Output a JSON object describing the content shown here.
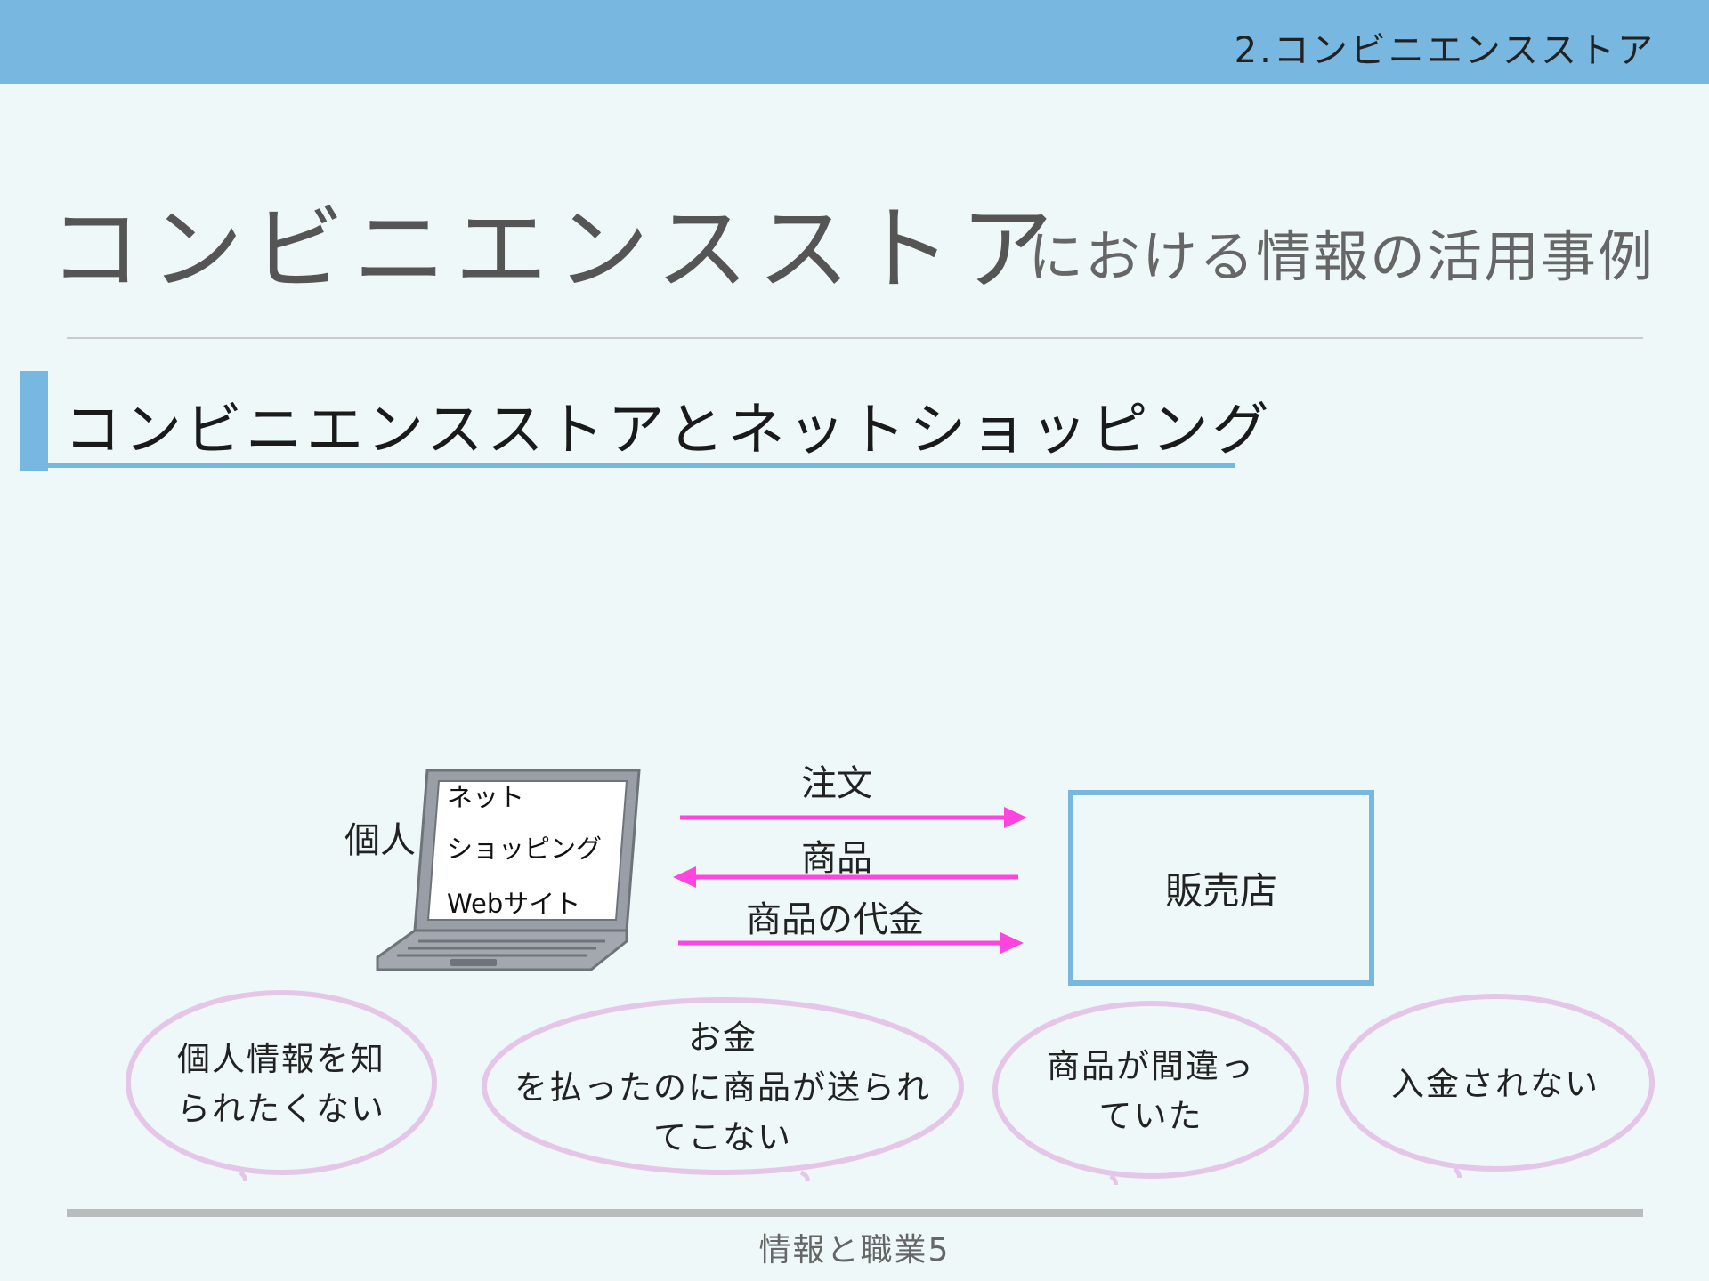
{
  "header": {
    "section_label": "2.コンビニエンスストア"
  },
  "title": {
    "main": "コンビニエンスストア",
    "suffix": "における情報の活用事例"
  },
  "heading": "コンビニエンスストアとネットショッピング",
  "diagram": {
    "person": "個人",
    "laptop_screen": [
      "ネット",
      "ショッピング",
      "Webサイト"
    ],
    "flows": [
      {
        "label": "注文",
        "direction": "to-shop"
      },
      {
        "label": "商品",
        "direction": "to-person"
      },
      {
        "label": "商品の代金",
        "direction": "to-shop"
      }
    ],
    "shop": "販売店",
    "concerns": [
      {
        "line1": "個人情報を知",
        "line2": "られたくない"
      },
      {
        "line1": "お金",
        "line2": "を払ったのに商品が送られ",
        "line3": "てこない"
      },
      {
        "line1": "商品が間違っ",
        "line2": "ていた"
      },
      {
        "line1": "入金されない"
      }
    ],
    "colors": {
      "arrow": "#ff44e0",
      "bubble_outline": "#e6c6e8",
      "shop_border": "#78b7e0",
      "accent": "#78b7e0"
    }
  },
  "footer": "情報と職業5"
}
